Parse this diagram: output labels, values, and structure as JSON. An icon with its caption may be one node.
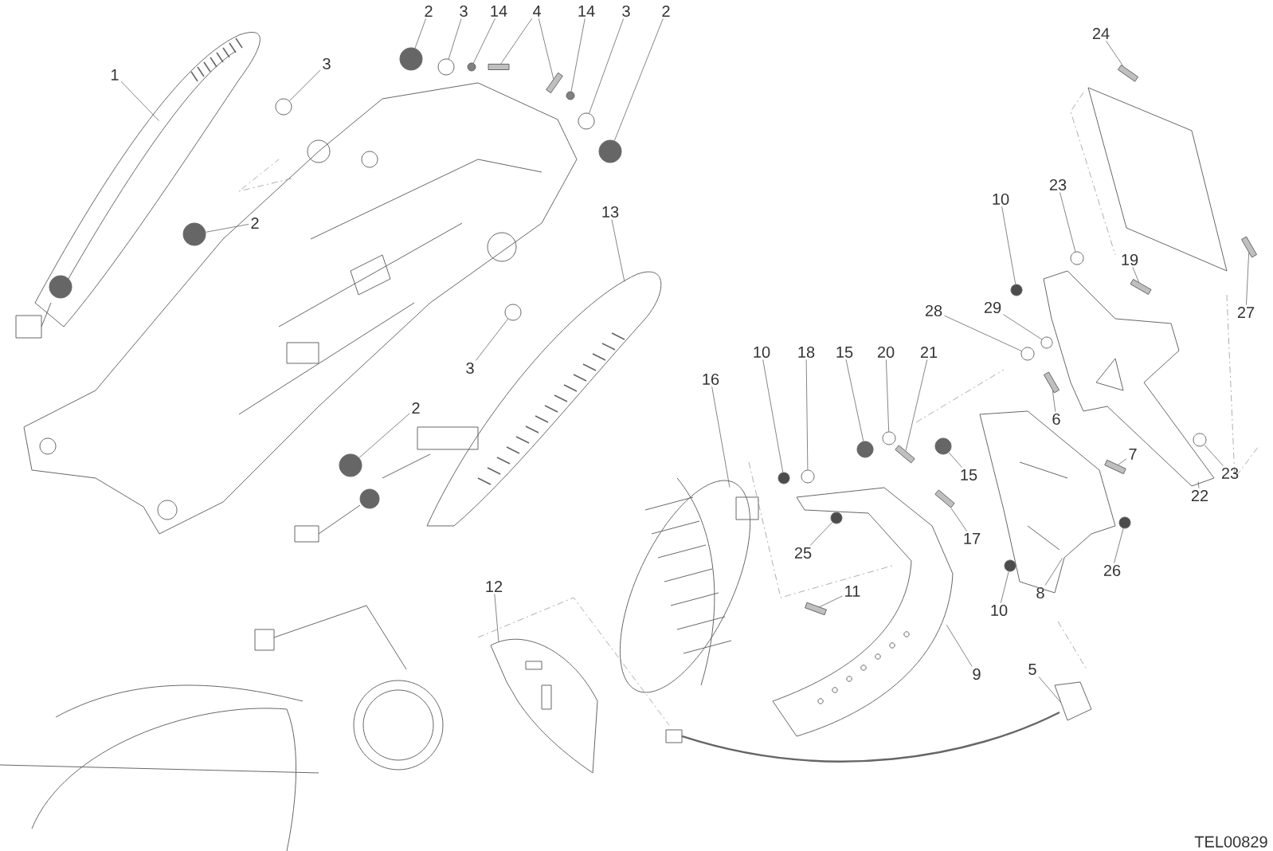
{
  "diagram": {
    "nodes": [
      {
        "text": [
          "24"
        ]
      },
      {
        "text": [
          "2"
        ]
      },
      {
        "text": [
          "3"
        ]
      },
      {
        "text": [
          "14"
        ]
      },
      {
        "text": [
          "4"
        ]
      },
      {
        "text": [
          "14"
        ]
      },
      {
        "text": [
          "3"
        ]
      },
      {
        "text": [
          "2"
        ]
      },
      {
        "text": [
          "1"
        ]
      },
      {
        "text": [
          "3"
        ]
      },
      {
        "text": [
          "23"
        ]
      },
      {
        "text": [
          "10"
        ]
      },
      {
        "text": [
          "13"
        ]
      },
      {
        "text": [
          "2"
        ]
      },
      {
        "text": [
          "19"
        ]
      },
      {
        "text": [
          "29"
        ]
      },
      {
        "text": [
          "28"
        ]
      },
      {
        "text": [
          "27"
        ]
      },
      {
        "text": [
          "10"
        ]
      },
      {
        "text": [
          "18"
        ]
      },
      {
        "text": [
          "15"
        ]
      },
      {
        "text": [
          "20"
        ]
      },
      {
        "text": [
          "21"
        ]
      },
      {
        "text": [
          "3"
        ]
      },
      {
        "text": [
          "16"
        ]
      },
      {
        "text": [
          "2"
        ]
      },
      {
        "text": [
          "6"
        ]
      },
      {
        "text": [
          "7"
        ]
      },
      {
        "text": [
          "23"
        ]
      },
      {
        "text": [
          "15"
        ]
      },
      {
        "text": [
          "22"
        ]
      },
      {
        "text": [
          "17"
        ]
      },
      {
        "text": [
          "25"
        ]
      },
      {
        "text": [
          "26"
        ]
      },
      {
        "text": [
          "12"
        ]
      },
      {
        "text": [
          "11"
        ]
      },
      {
        "text": [
          "8"
        ]
      },
      {
        "text": [
          "10"
        ]
      },
      {
        "text": [
          "9"
        ]
      },
      {
        "text": [
          "5"
        ]
      },
      {
        "text": [],
        "shape": "bar"
      },
      {
        "text": [],
        "shape": "circle"
      },
      {
        "text": [],
        "shape": "circle"
      },
      {
        "text": [],
        "shape": "circle"
      },
      {
        "text": [],
        "shape": "bar"
      },
      {
        "text": [],
        "shape": "bar"
      },
      {
        "text": [],
        "shape": "circle"
      },
      {
        "text": [],
        "shape": "circle"
      },
      {
        "text": [],
        "shape": "circle"
      },
      {
        "text": [],
        "shape": "picture"
      },
      {
        "text": [],
        "shape": "circle"
      },
      {
        "text": [],
        "shape": "circle"
      },
      {
        "text": [],
        "shape": "circle"
      },
      {
        "text": [],
        "shape": "picture"
      },
      {
        "text": [],
        "shape": "circle"
      },
      {
        "text": [],
        "shape": "bar"
      },
      {
        "text": [],
        "shape": "circle"
      },
      {
        "text": [],
        "shape": "circle"
      },
      {
        "text": [],
        "shape": "bar"
      },
      {
        "text": [],
        "shape": "circle"
      },
      {
        "text": [],
        "shape": "circle"
      },
      {
        "text": [],
        "shape": "circle"
      },
      {
        "text": [],
        "shape": "circle"
      },
      {
        "text": [],
        "shape": "bar"
      },
      {
        "text": [],
        "shape": "circle"
      },
      {
        "text": [],
        "shape": "picture"
      },
      {
        "text": [],
        "shape": "circle"
      },
      {
        "text": [],
        "shape": "bar"
      },
      {
        "text": [],
        "shape": "bar"
      },
      {
        "text": [],
        "shape": "circle"
      },
      {
        "text": [],
        "shape": "circle"
      },
      {
        "text": [],
        "shape": "picture"
      },
      {
        "text": [],
        "shape": "bar"
      },
      {
        "text": [],
        "shape": "circle"
      },
      {
        "text": [],
        "shape": "circle"
      },
      {
        "text": [],
        "shape": "picture"
      },
      {
        "text": [],
        "shape": "bar"
      },
      {
        "text": [],
        "shape": "picture"
      },
      {
        "text": [],
        "shape": "circle"
      },
      {
        "text": [],
        "shape": "picture"
      },
      {
        "text": [],
        "shape": "picture"
      }
    ],
    "edges": [
      {
        "from": 0,
        "to": 40,
        "arrow": "none"
      },
      {
        "from": 1,
        "to": 41,
        "arrow": "none"
      },
      {
        "from": 2,
        "to": 42,
        "arrow": "none"
      },
      {
        "from": 3,
        "to": 43,
        "arrow": "none"
      },
      {
        "from": 4,
        "to": 44,
        "arrow": "none"
      },
      {
        "from": 4,
        "to": 45,
        "arrow": "none"
      },
      {
        "from": 5,
        "to": 46,
        "arrow": "none"
      },
      {
        "from": 6,
        "to": 47,
        "arrow": "none"
      },
      {
        "from": 7,
        "to": 48,
        "arrow": "none"
      },
      {
        "from": 8,
        "to": 49,
        "arrow": "none"
      },
      {
        "from": 9,
        "to": 50,
        "arrow": "none"
      },
      {
        "from": 10,
        "to": 51,
        "arrow": "none"
      },
      {
        "from": 11,
        "to": 52,
        "arrow": "none"
      },
      {
        "from": 12,
        "to": 53,
        "arrow": "none"
      },
      {
        "from": 13,
        "to": 54,
        "arrow": "none"
      },
      {
        "from": 14,
        "to": 55,
        "arrow": "none"
      },
      {
        "from": 15,
        "to": 56,
        "arrow": "none"
      },
      {
        "from": 16,
        "to": 57,
        "arrow": "none"
      },
      {
        "from": 17,
        "to": 58,
        "arrow": "none"
      },
      {
        "from": 18,
        "to": 59,
        "arrow": "none"
      },
      {
        "from": 19,
        "to": 60,
        "arrow": "none"
      },
      {
        "from": 20,
        "to": 61,
        "arrow": "none"
      },
      {
        "from": 21,
        "to": 62,
        "arrow": "none"
      },
      {
        "from": 22,
        "to": 63,
        "arrow": "none"
      },
      {
        "from": 23,
        "to": 64,
        "arrow": "none"
      },
      {
        "from": 24,
        "to": 65,
        "arrow": "none"
      },
      {
        "from": 25,
        "to": 66,
        "arrow": "none"
      },
      {
        "from": 26,
        "to": 67,
        "arrow": "none"
      },
      {
        "from": 27,
        "to": 68,
        "arrow": "none"
      },
      {
        "from": 28,
        "to": 69,
        "arrow": "none"
      },
      {
        "from": 29,
        "to": 70,
        "arrow": "none"
      },
      {
        "from": 30,
        "to": 71,
        "arrow": "none"
      },
      {
        "from": 31,
        "to": 72,
        "arrow": "none"
      },
      {
        "from": 32,
        "to": 73,
        "arrow": "none"
      },
      {
        "from": 33,
        "to": 74,
        "arrow": "none"
      },
      {
        "from": 34,
        "to": 75,
        "arrow": "none"
      },
      {
        "from": 35,
        "to": 76,
        "arrow": "none"
      },
      {
        "from": 36,
        "to": 77,
        "arrow": "none"
      },
      {
        "from": 37,
        "to": 78,
        "arrow": "none"
      },
      {
        "from": 38,
        "to": 79,
        "arrow": "none"
      },
      {
        "from": 39,
        "to": 80,
        "arrow": "none"
      }
    ],
    "labels": [
      "TEL00829"
    ]
  }
}
